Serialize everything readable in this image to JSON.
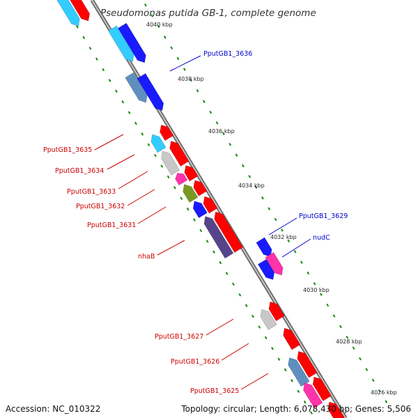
{
  "title": "Pseudomonas putida GB-1, complete genome",
  "footer": {
    "accession": "Accession: NC_010322",
    "summary": "Topology: circular; Length: 6,078,430 bp; Genes: 5,506"
  },
  "ticks": [
    "4040 kbp",
    "4038 kbp",
    "4036 kbp",
    "4034 kbp",
    "4032 kbp",
    "4030 kbp",
    "4028 kbp",
    "4026 kbp"
  ],
  "gene_labels": [
    {
      "text": "PputGB1_3636",
      "color": "#0000cc",
      "side": "right"
    },
    {
      "text": "PputGB1_3635",
      "color": "#cc0000",
      "side": "left"
    },
    {
      "text": "PputGB1_3634",
      "color": "#cc0000",
      "side": "left"
    },
    {
      "text": "PputGB1_3633",
      "color": "#cc0000",
      "side": "left"
    },
    {
      "text": "PputGB1_3632",
      "color": "#cc0000",
      "side": "left"
    },
    {
      "text": "PputGB1_3631",
      "color": "#cc0000",
      "side": "left"
    },
    {
      "text": "nhaB",
      "color": "#cc0000",
      "side": "left"
    },
    {
      "text": "PputGB1_3629",
      "color": "#0000cc",
      "side": "right"
    },
    {
      "text": "nudC",
      "color": "#0000cc",
      "side": "right"
    },
    {
      "text": "PputGB1_3627",
      "color": "#cc0000",
      "side": "left"
    },
    {
      "text": "PputGB1_3626",
      "color": "#cc0000",
      "side": "left"
    },
    {
      "text": "PputGB1_3625",
      "color": "#cc0000",
      "side": "left"
    }
  ],
  "colors": {
    "backbone": "#8a8a8a",
    "gc_dots": "#118811",
    "red": "#ff0000",
    "blue": "#1a1aff",
    "cyan": "#33ccff",
    "steel": "#5f8fbf",
    "gray": "#c8c8c8",
    "pink": "#ff33aa",
    "olive": "#779922",
    "purple": "#55448a"
  }
}
